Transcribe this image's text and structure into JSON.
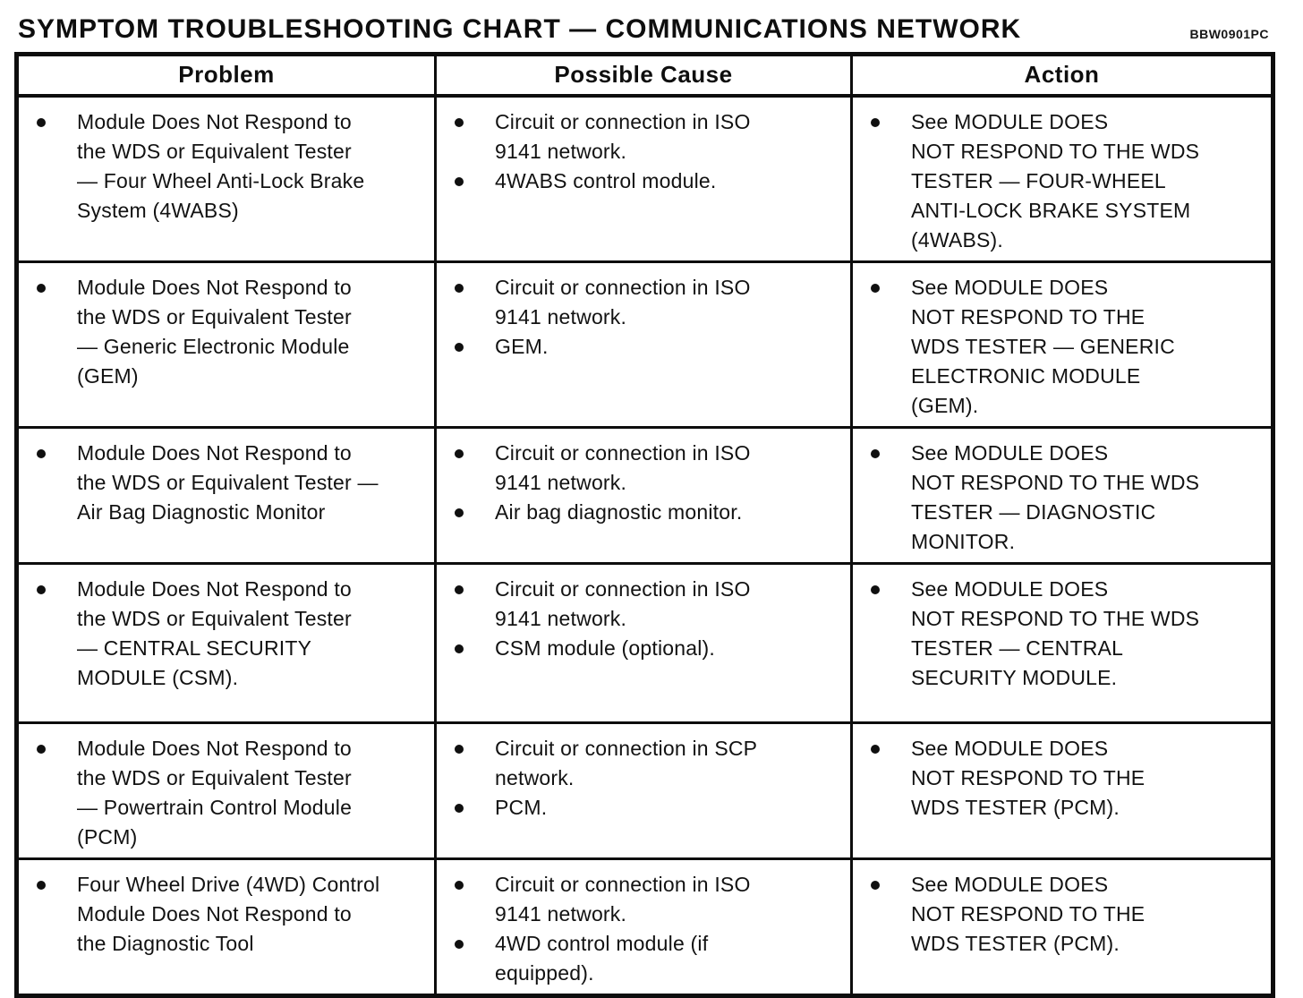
{
  "page": {
    "title": "SYMPTOM TROUBLESHOOTING CHART — COMMUNICATIONS NETWORK",
    "figure_code": "BBW0901PC",
    "ink_color": "#0d0d0d",
    "background_color": "#ffffff"
  },
  "table": {
    "headers": [
      "Problem",
      "Possible Cause",
      "Action"
    ],
    "rows": [
      {
        "problem": [
          "Module Does Not Respond to\nthe WDS or Equivalent Tester\n— Four Wheel Anti-Lock Brake\nSystem (4WABS)"
        ],
        "cause": [
          "Circuit or connection in ISO\n9141 network.",
          "4WABS control module."
        ],
        "action": [
          "See MODULE DOES\nNOT RESPOND TO THE WDS\nTESTER — FOUR-WHEEL\nANTI-LOCK BRAKE SYSTEM\n(4WABS)."
        ]
      },
      {
        "problem": [
          "Module Does Not Respond to\nthe WDS or Equivalent Tester\n— Generic Electronic Module\n(GEM)"
        ],
        "cause": [
          "Circuit or connection in ISO\n9141 network.",
          "GEM."
        ],
        "action": [
          "See MODULE DOES\nNOT RESPOND TO THE\nWDS TESTER — GENERIC\nELECTRONIC MODULE\n(GEM)."
        ]
      },
      {
        "problem": [
          "Module Does Not Respond to\nthe WDS or Equivalent Tester —\nAir Bag Diagnostic Monitor"
        ],
        "cause": [
          "Circuit or connection in ISO\n9141 network.",
          "Air bag diagnostic monitor."
        ],
        "action": [
          "See MODULE DOES\nNOT RESPOND TO THE WDS\nTESTER — DIAGNOSTIC\nMONITOR."
        ]
      },
      {
        "problem": [
          "Module Does Not Respond to\nthe WDS or Equivalent Tester\n— CENTRAL SECURITY\nMODULE (CSM)."
        ],
        "cause": [
          "Circuit or connection in ISO\n9141 network.",
          "CSM module (optional)."
        ],
        "action": [
          "See MODULE DOES\nNOT RESPOND TO THE WDS\nTESTER — CENTRAL\nSECURITY MODULE."
        ]
      },
      {
        "problem": [
          "Module Does Not Respond to\nthe WDS or Equivalent Tester\n— Powertrain Control Module\n(PCM)"
        ],
        "cause": [
          "Circuit or connection in SCP\nnetwork.",
          "PCM."
        ],
        "action": [
          "See MODULE DOES\nNOT RESPOND TO THE\nWDS TESTER (PCM)."
        ]
      },
      {
        "problem": [
          "Four Wheel Drive (4WD) Control\nModule Does Not Respond to\nthe Diagnostic Tool"
        ],
        "cause": [
          "Circuit or connection in ISO\n9141 network.",
          "4WD control module (if\nequipped)."
        ],
        "action": [
          "See MODULE DOES\nNOT RESPOND TO THE\nWDS TESTER (PCM)."
        ]
      }
    ]
  }
}
